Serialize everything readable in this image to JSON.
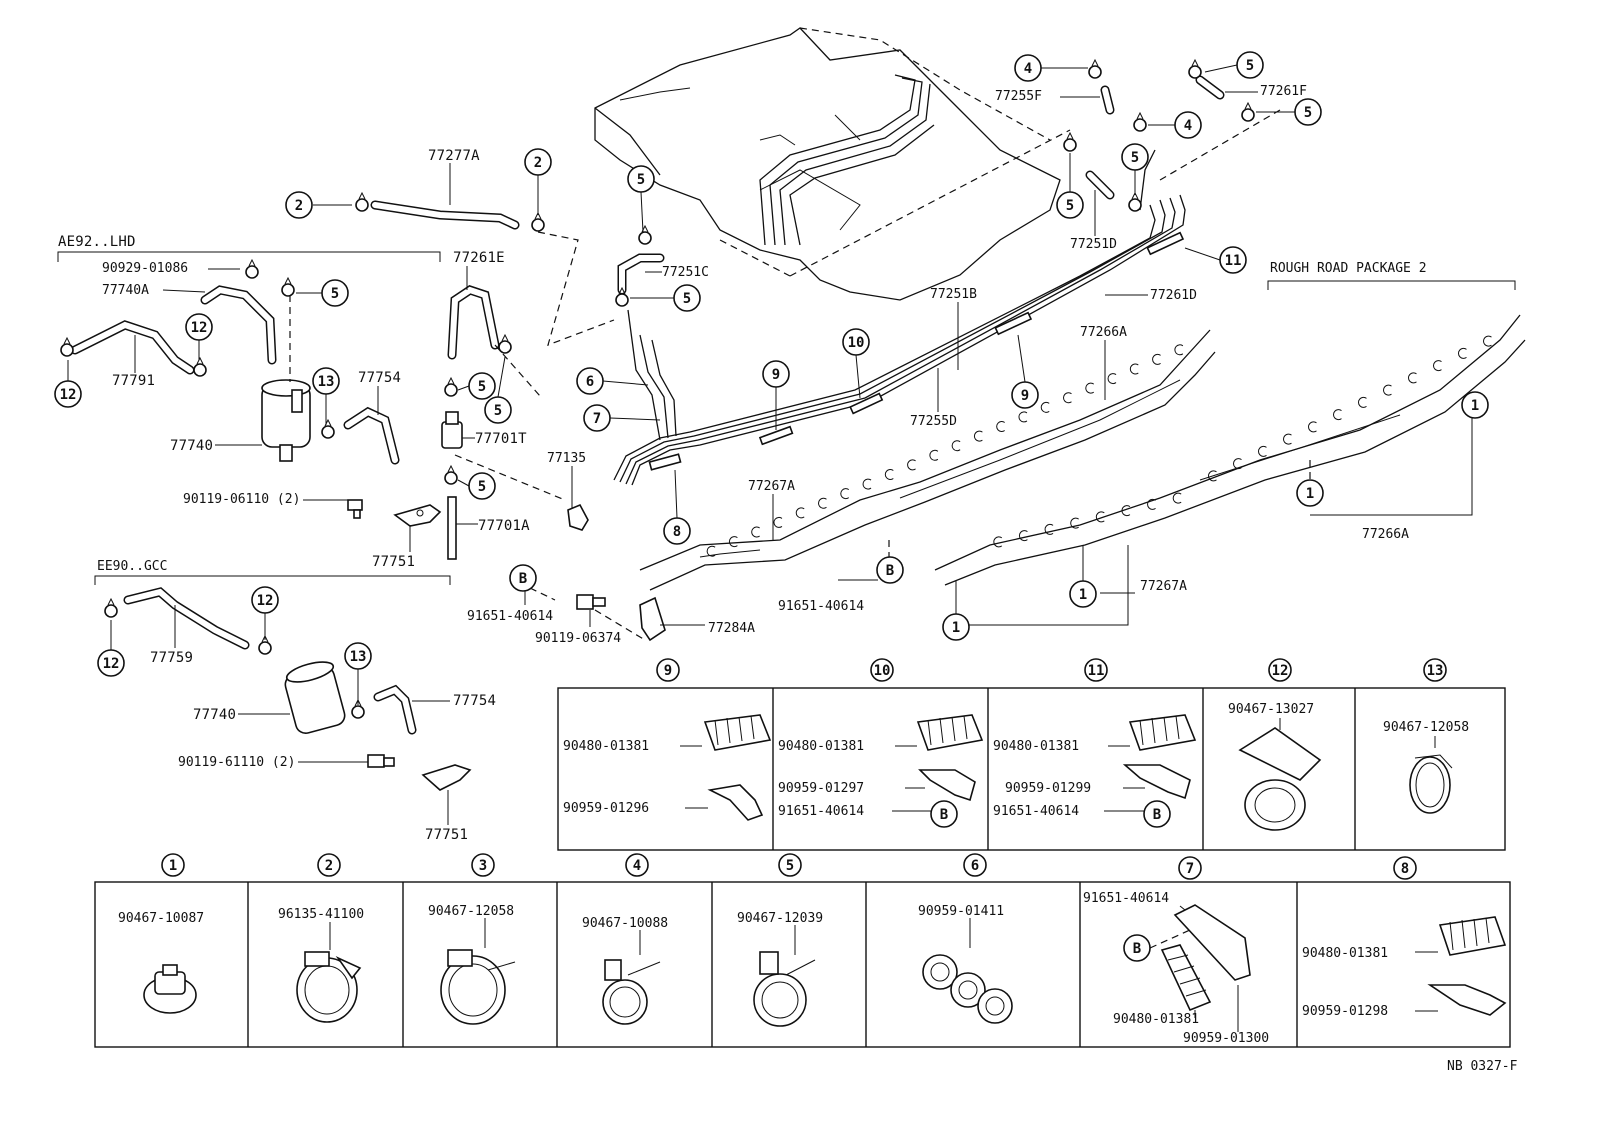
{
  "sections": {
    "ae92_lhd": "AE92..LHD",
    "ee90_gcc": "EE90..GCC",
    "rough_road": "ROUGH ROAD PACKAGE 2"
  },
  "drawing_code": "NB 0327-F",
  "callout_numbers": {
    "c1": "1",
    "c2": "2",
    "c3": "3",
    "c4": "4",
    "c5": "5",
    "c6": "6",
    "c7": "7",
    "c8": "8",
    "c9": "9",
    "c10": "10",
    "c11": "11",
    "c12": "12",
    "c13": "13",
    "b": "B"
  },
  "parts": {
    "p77277A": "77277A",
    "p77261E": "77261E",
    "p77251C": "77251C",
    "p77255F": "77255F",
    "p77261F": "77261F",
    "p77251D": "77251D",
    "p77251B": "77251B",
    "p77261D": "77261D",
    "p77255D": "77255D",
    "p77266A": "77266A",
    "p77267A": "77267A",
    "p77135": "77135",
    "p77701T": "77701T",
    "p77701A": "77701A",
    "p77740A": "77740A",
    "p77740": "77740",
    "p77791": "77791",
    "p77754": "77754",
    "p77751": "77751",
    "p77759": "77759",
    "p77284A": "77284A",
    "p90929_01086": "90929-01086",
    "p90119_06110": "90119-06110 (2)",
    "p90119_61110": "90119-61110 (2)",
    "p91651_40614": "91651-40614",
    "p90119_06374": "90119-06374"
  },
  "legend": {
    "l1": "90467-10087",
    "l2": "96135-41100",
    "l3": "90467-12058",
    "l4": "90467-10088",
    "l5": "90467-12039",
    "l6": "90959-01411",
    "l7_a": "91651-40614",
    "l7_b": "90480-01381",
    "l7_c": "90959-01300",
    "l8_a": "90480-01381",
    "l8_b": "90959-01298",
    "l9_a": "90480-01381",
    "l9_b": "90959-01296",
    "l10_a": "90480-01381",
    "l10_b": "90959-01297",
    "l10_c": "91651-40614",
    "l11_a": "90480-01381",
    "l11_b": "90959-01299",
    "l11_c": "91651-40614",
    "l12": "90467-13027",
    "l13": "90467-12058"
  }
}
